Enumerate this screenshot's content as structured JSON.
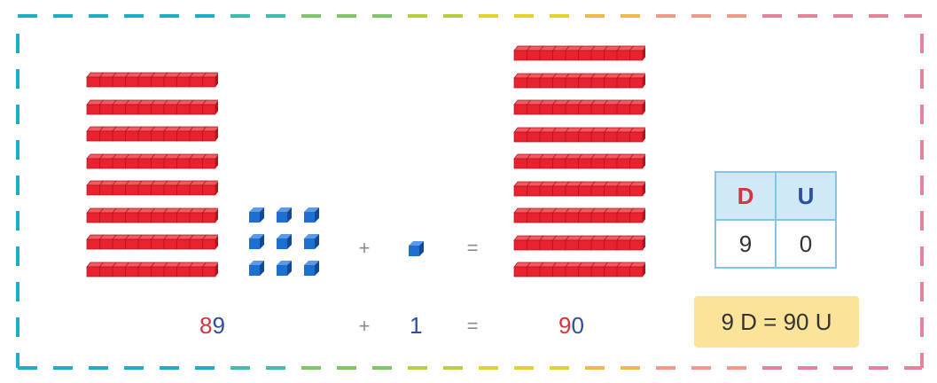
{
  "colors": {
    "rod": "#e8232f",
    "rod_dark": "#b5121c",
    "cube": "#1f6fd1",
    "cube_dark": "#0f4a99",
    "tens": "#d8323c",
    "units": "#2a4fa0",
    "box_fill": "#fbe49a",
    "table_header": "#cfe9f7",
    "table_border": "#7fc6e8"
  },
  "frame_dash_colors": [
    "#1bb0c8",
    "#1bb0c8",
    "#3dbfb0",
    "#7fc66a",
    "#b6cf3a",
    "#e6d227",
    "#f2b94a",
    "#f29a8a",
    "#e7829a",
    "#e7829a"
  ],
  "left_group": {
    "tens_rods": 8,
    "unit_cubes": 9
  },
  "added_cubes": 1,
  "right_group": {
    "tens_rods": 9
  },
  "operators": {
    "plus": "+",
    "equals": "="
  },
  "numbers": {
    "first": {
      "tens": "8",
      "units": "9"
    },
    "second": "1",
    "result": {
      "tens": "9",
      "units": "0"
    }
  },
  "place_value_table": {
    "headers": [
      "D",
      "U"
    ],
    "values": [
      "9",
      "0"
    ]
  },
  "equivalence": "9 D = 90 U"
}
